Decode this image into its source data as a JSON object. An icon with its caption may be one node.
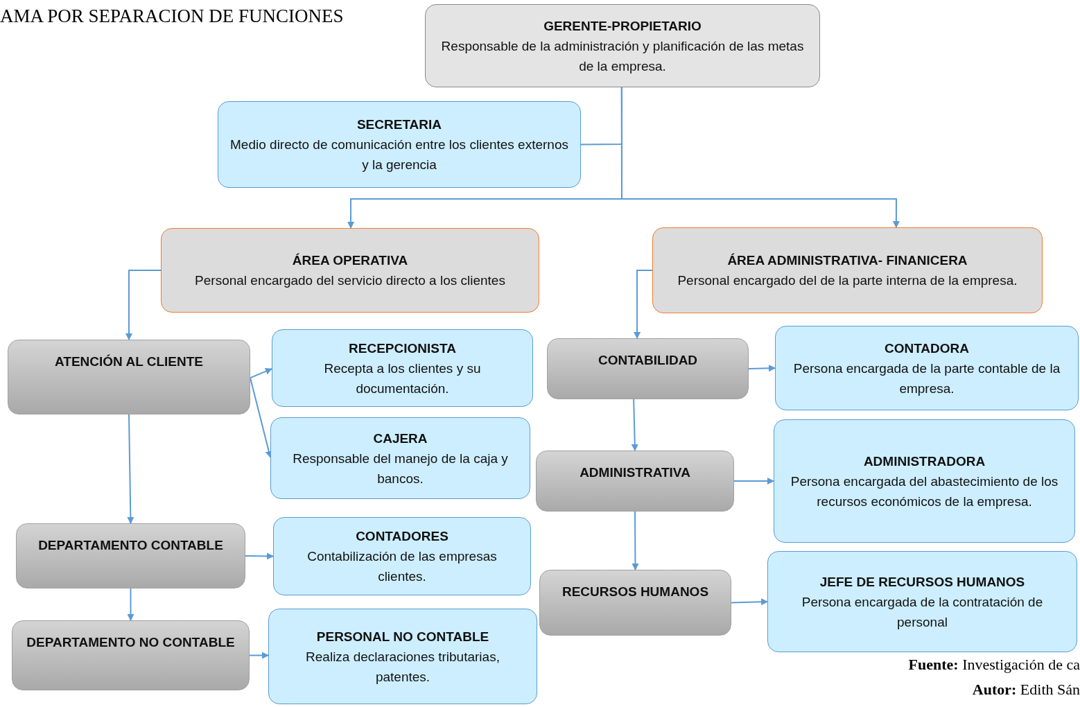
{
  "diagram": {
    "title": "AMA POR SEPARACION DE FUNCIONES",
    "nodes": [
      {
        "text": [
          "GERENTE-PROPIETARIO",
          "Responsable de la administración y planificación de las metas de la empresa."
        ]
      },
      {
        "text": [
          "SECRETARIA",
          "Medio directo de comunicación entre los clientes externos y la gerencia"
        ]
      },
      {
        "text": [
          "ÁREA OPERATIVA",
          "Personal encargado del servicio directo a los clientes"
        ]
      },
      {
        "text": [
          "ÁREA ADMINISTRATIVA- FINANICERA",
          "Personal encargado del de la parte interna de la empresa."
        ]
      },
      {
        "text": [
          "ATENCIÓN AL CLIENTE"
        ]
      },
      {
        "text": [
          "RECEPCIONISTA",
          "Recepta a los clientes y su documentación."
        ]
      },
      {
        "text": [
          "CAJERA",
          "Responsable del manejo de la caja y bancos."
        ]
      },
      {
        "text": [
          "DEPARTAMENTO CONTABLE"
        ]
      },
      {
        "text": [
          "CONTADORES",
          "Contabilización de las empresas clientes."
        ]
      },
      {
        "text": [
          "DEPARTAMENTO NO CONTABLE"
        ]
      },
      {
        "text": [
          "PERSONAL NO CONTABLE",
          "Realiza declaraciones tributarias, patentes."
        ]
      },
      {
        "text": [
          "CONTABILIDAD"
        ]
      },
      {
        "text": [
          "CONTADORA",
          "Persona encargada de la parte contable de la empresa."
        ]
      },
      {
        "text": [
          "ADMINISTRATIVA"
        ]
      },
      {
        "text": [
          "ADMINISTRADORA",
          "Persona encargada del abastecimiento de los recursos económicos de la empresa."
        ]
      },
      {
        "text": [
          "RECURSOS HUMANOS"
        ]
      },
      {
        "text": [
          "JEFE DE RECURSOS HUMANOS",
          "Persona encargada de la contratación de personal"
        ]
      }
    ],
    "edges": [
      {
        "from": 0,
        "to": 1,
        "arrow": "none"
      },
      {
        "from": 0,
        "to": 2,
        "arrow": "to"
      },
      {
        "from": 0,
        "to": 3,
        "arrow": "to"
      },
      {
        "from": 2,
        "to": 4,
        "arrow": "to"
      },
      {
        "from": 3,
        "to": 11,
        "arrow": "to"
      },
      {
        "from": 4,
        "to": 5,
        "arrow": "to"
      },
      {
        "from": 4,
        "to": 6,
        "arrow": "to"
      },
      {
        "from": 4,
        "to": 7,
        "arrow": "to"
      },
      {
        "from": 7,
        "to": 8,
        "arrow": "to"
      },
      {
        "from": 7,
        "to": 9,
        "arrow": "to"
      },
      {
        "from": 9,
        "to": 10,
        "arrow": "to"
      },
      {
        "from": 11,
        "to": 12,
        "arrow": "to"
      },
      {
        "from": 11,
        "to": 13,
        "arrow": "to"
      },
      {
        "from": 13,
        "to": 14,
        "arrow": "to"
      },
      {
        "from": 13,
        "to": 15,
        "arrow": "to"
      },
      {
        "from": 15,
        "to": 16,
        "arrow": "to"
      }
    ],
    "labels": [
      "**Fuente:** Investigación de ca",
      "**Autor:** Edith Sán"
    ]
  }
}
